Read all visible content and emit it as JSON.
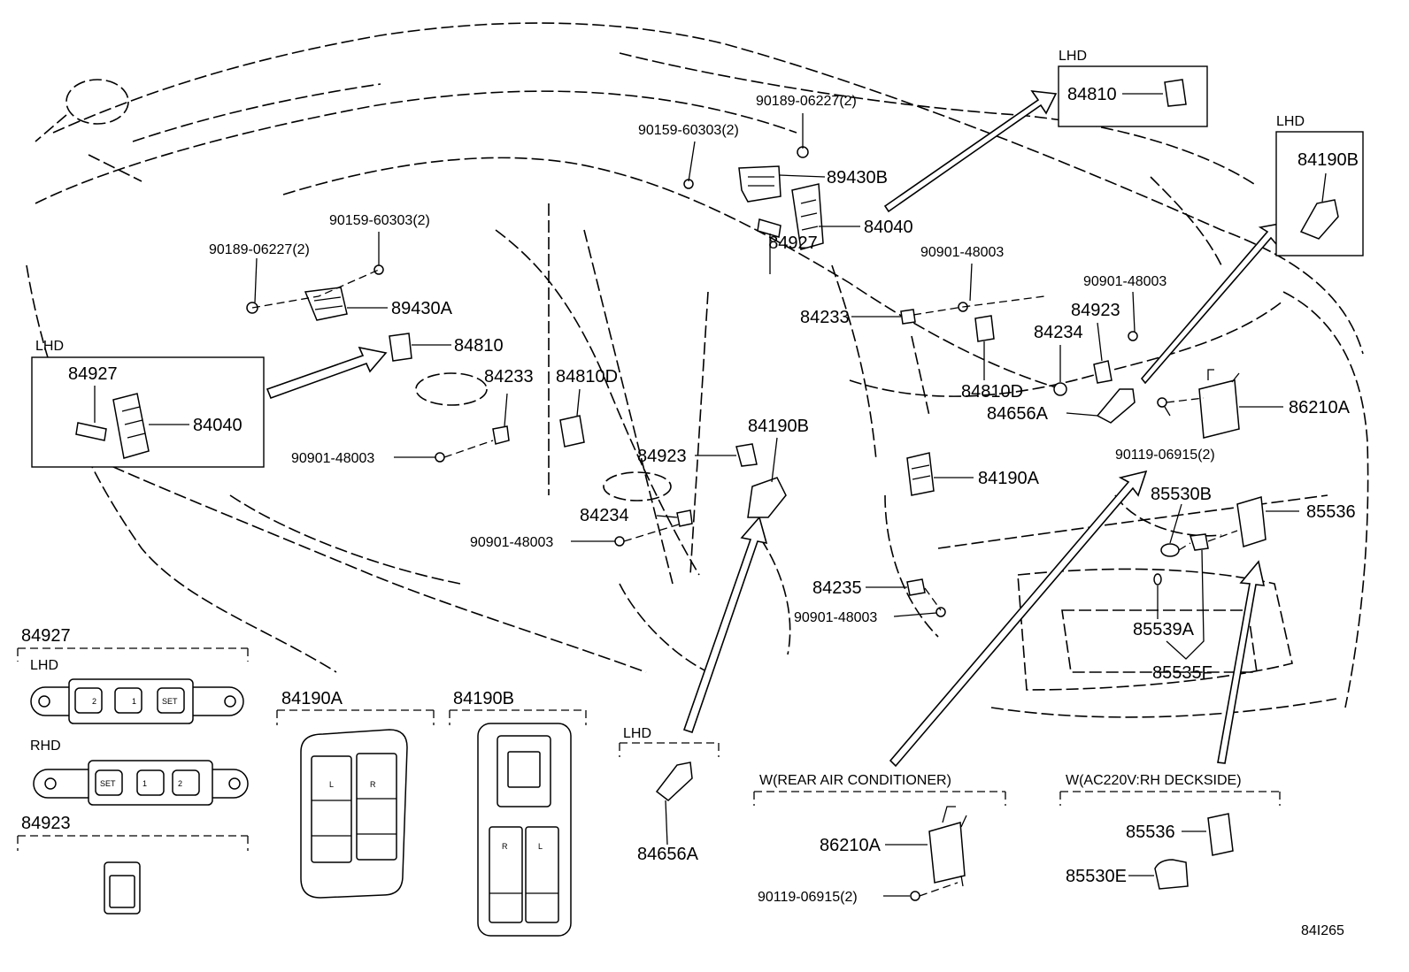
{
  "diagram_id": "84I265",
  "lhd_tag": "LHD",
  "rhd_tag": "RHD",
  "callouts": {
    "c84927_top": "84927",
    "c84040_top": "84040",
    "c89430B": "89430B",
    "c90189_top": "90189-06227(2)",
    "c90159_top": "90159-60303(2)",
    "c90159_left": "90159-60303(2)",
    "c90189_left": "90189-06227(2)",
    "c89430A": "89430A",
    "c84810_mid": "84810",
    "c84233_mid": "84233",
    "c84810D_mid": "84810D",
    "c90901_a": "90901-48003",
    "c84923_mid": "84923",
    "c84190B_mid": "84190B",
    "c84234_mid": "84234",
    "c90901_b": "90901-48003",
    "c84233_right": "84233",
    "c90901_c": "90901-48003",
    "c84810D_right": "84810D",
    "c90901_d": "90901-48003",
    "c84923_right": "84923",
    "c84234_right": "84234",
    "c84656A_right": "84656A",
    "c86210A_right": "86210A",
    "c90119_right": "90119-06915(2)",
    "c84190A_mid": "84190A",
    "c85530B": "85530B",
    "c85536_right": "85536",
    "c84235": "84235",
    "c90901_e": "90901-48003",
    "c85539A": "85539A",
    "c85535F": "85535F"
  },
  "inset_lhd_84810": {
    "tag": "LHD",
    "part": "84810"
  },
  "inset_lhd_84190B": {
    "tag": "LHD",
    "part": "84190B"
  },
  "inset_lhd_left": {
    "tag": "LHD",
    "part_a": "84927",
    "part_b": "84040"
  },
  "detail_84927": {
    "title": "84927",
    "lhd": "LHD",
    "rhd": "RHD",
    "btn_set": "SET",
    "btn_1": "1",
    "btn_2": "2"
  },
  "detail_84923": {
    "title": "84923"
  },
  "detail_84190A": {
    "title": "84190A",
    "key_l": "L",
    "key_r": "R"
  },
  "detail_84190B": {
    "title": "84190B",
    "key_r": "R",
    "key_l": "L"
  },
  "detail_84656A": {
    "tag": "LHD",
    "part": "84656A"
  },
  "detail_rear_ac": {
    "title": "W(REAR AIR CONDITIONER)",
    "part_a": "86210A",
    "part_b": "90119-06915(2)"
  },
  "detail_ac220": {
    "title": "W(AC220V:RH DECKSIDE)",
    "part_a": "85536",
    "part_b": "85530E"
  }
}
